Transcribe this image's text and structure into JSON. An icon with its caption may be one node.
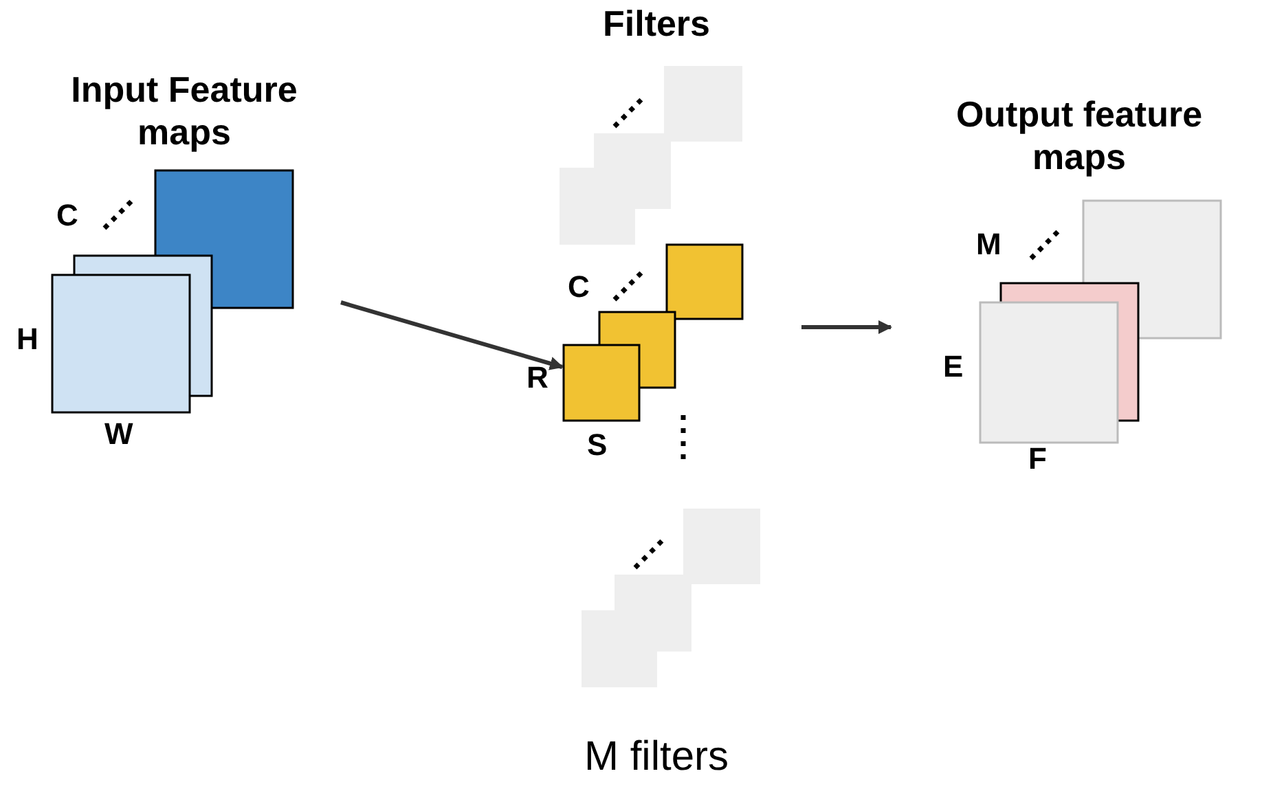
{
  "diagram": {
    "nodes": [
      {
        "text": [
          "Input Feature maps",
          "C",
          "H",
          "W"
        ]
      },
      {
        "text": [
          "Filters"
        ]
      },
      {
        "text": [],
        "shape": "box",
        "in": 1
      },
      {
        "text": [
          "C",
          "R",
          "S"
        ],
        "in": 1
      },
      {
        "text": [],
        "shape": "box",
        "in": 1
      },
      {
        "text": [
          "Output feature maps",
          "M",
          "E",
          "F"
        ]
      }
    ],
    "edges": [
      {
        "from": 0,
        "to": 3,
        "arrow": "to"
      },
      {
        "from": 1,
        "to": 5,
        "arrow": "to"
      }
    ],
    "labels": [
      "M filters"
    ]
  }
}
